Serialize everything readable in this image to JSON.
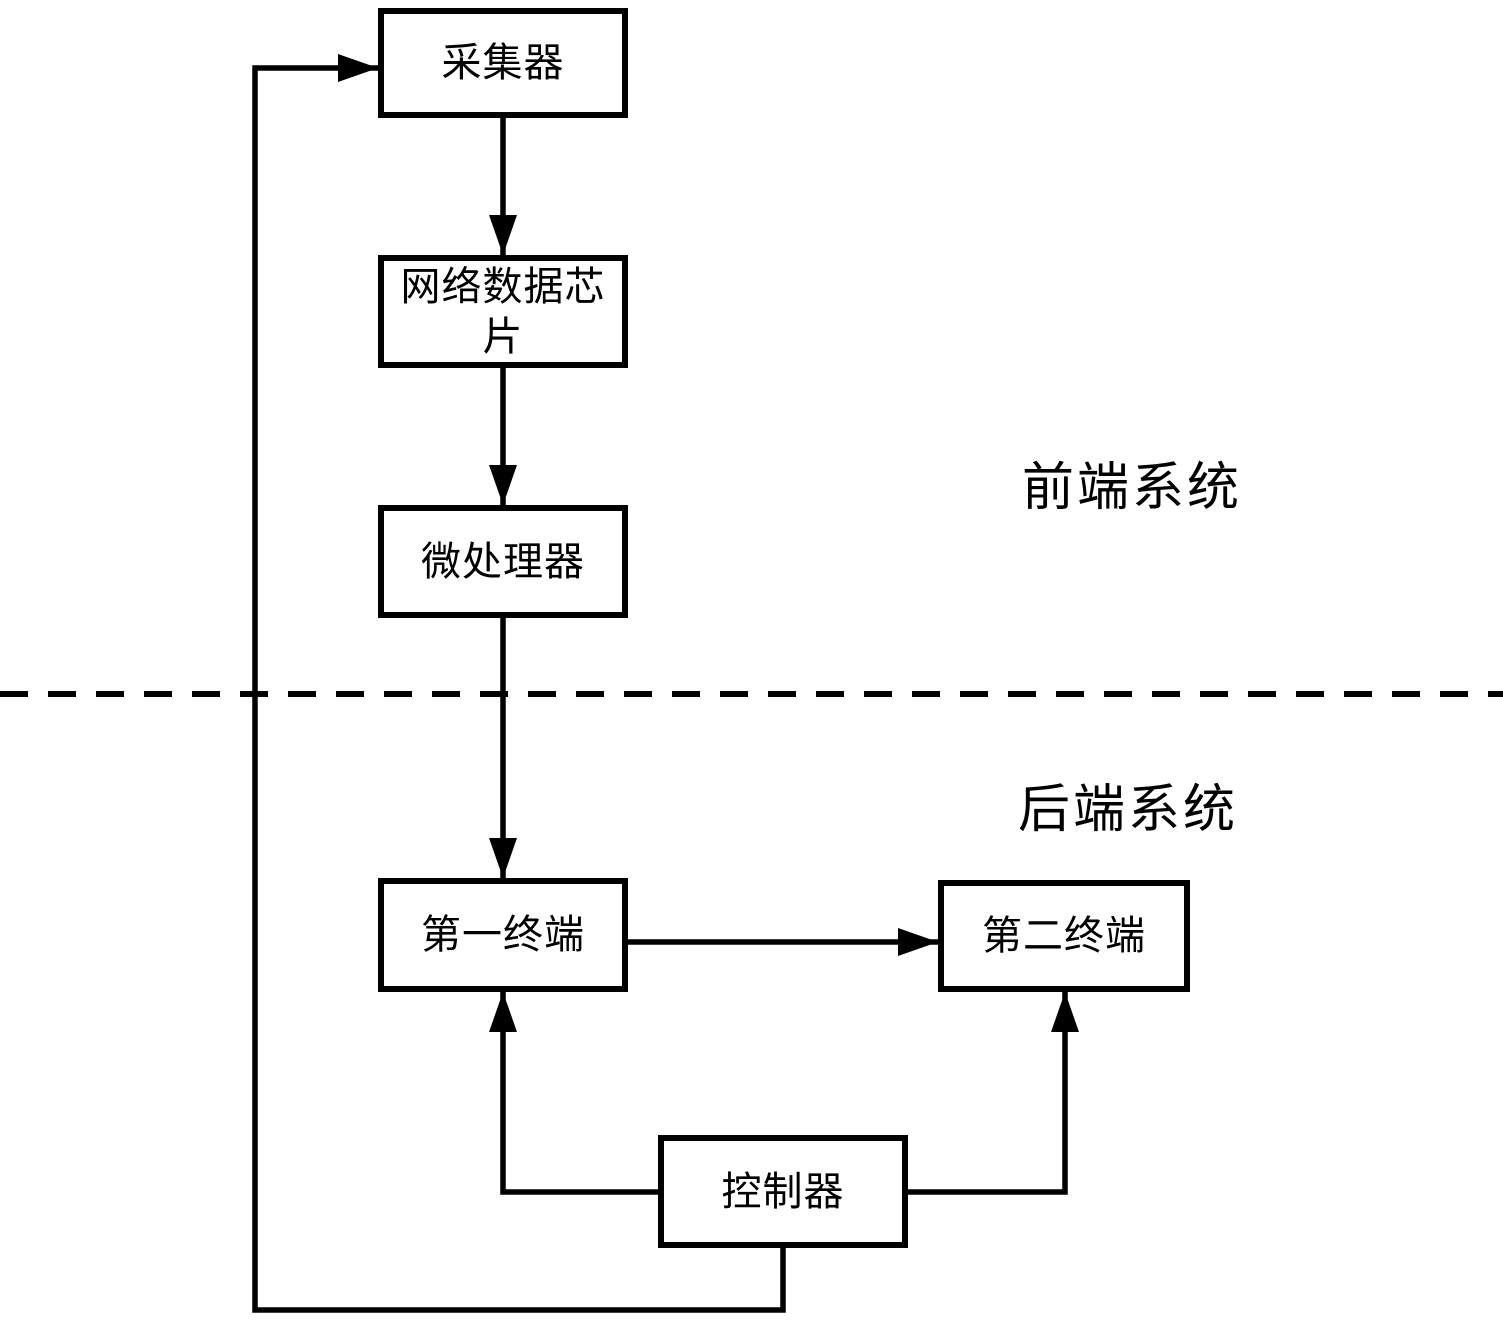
{
  "diagram": {
    "nodes": {
      "collector": {
        "label": "采集器"
      },
      "network_data_chip": {
        "label": "网络数据芯片"
      },
      "microprocessor": {
        "label": "微处理器"
      },
      "first_terminal": {
        "label": "第一终端"
      },
      "second_terminal": {
        "label": "第二终端"
      },
      "controller": {
        "label": "控制器"
      }
    },
    "region_labels": {
      "front_end": "前端系统",
      "back_end": "后端系统"
    },
    "connections": [
      {
        "from": "collector",
        "to": "network_data_chip",
        "type": "arrow"
      },
      {
        "from": "network_data_chip",
        "to": "microprocessor",
        "type": "arrow"
      },
      {
        "from": "microprocessor",
        "to": "first_terminal",
        "type": "arrow"
      },
      {
        "from": "first_terminal",
        "to": "second_terminal",
        "type": "arrow"
      },
      {
        "from": "controller",
        "to": "first_terminal",
        "type": "arrow"
      },
      {
        "from": "controller",
        "to": "second_terminal",
        "type": "arrow"
      },
      {
        "from": "controller",
        "to": "collector",
        "type": "arrow-feedback-loop"
      }
    ],
    "divider": {
      "style": "dashed",
      "separates": [
        "front_end",
        "back_end"
      ]
    },
    "colors": {
      "line": "#000000",
      "background": "#ffffff",
      "text": "#000000"
    }
  }
}
